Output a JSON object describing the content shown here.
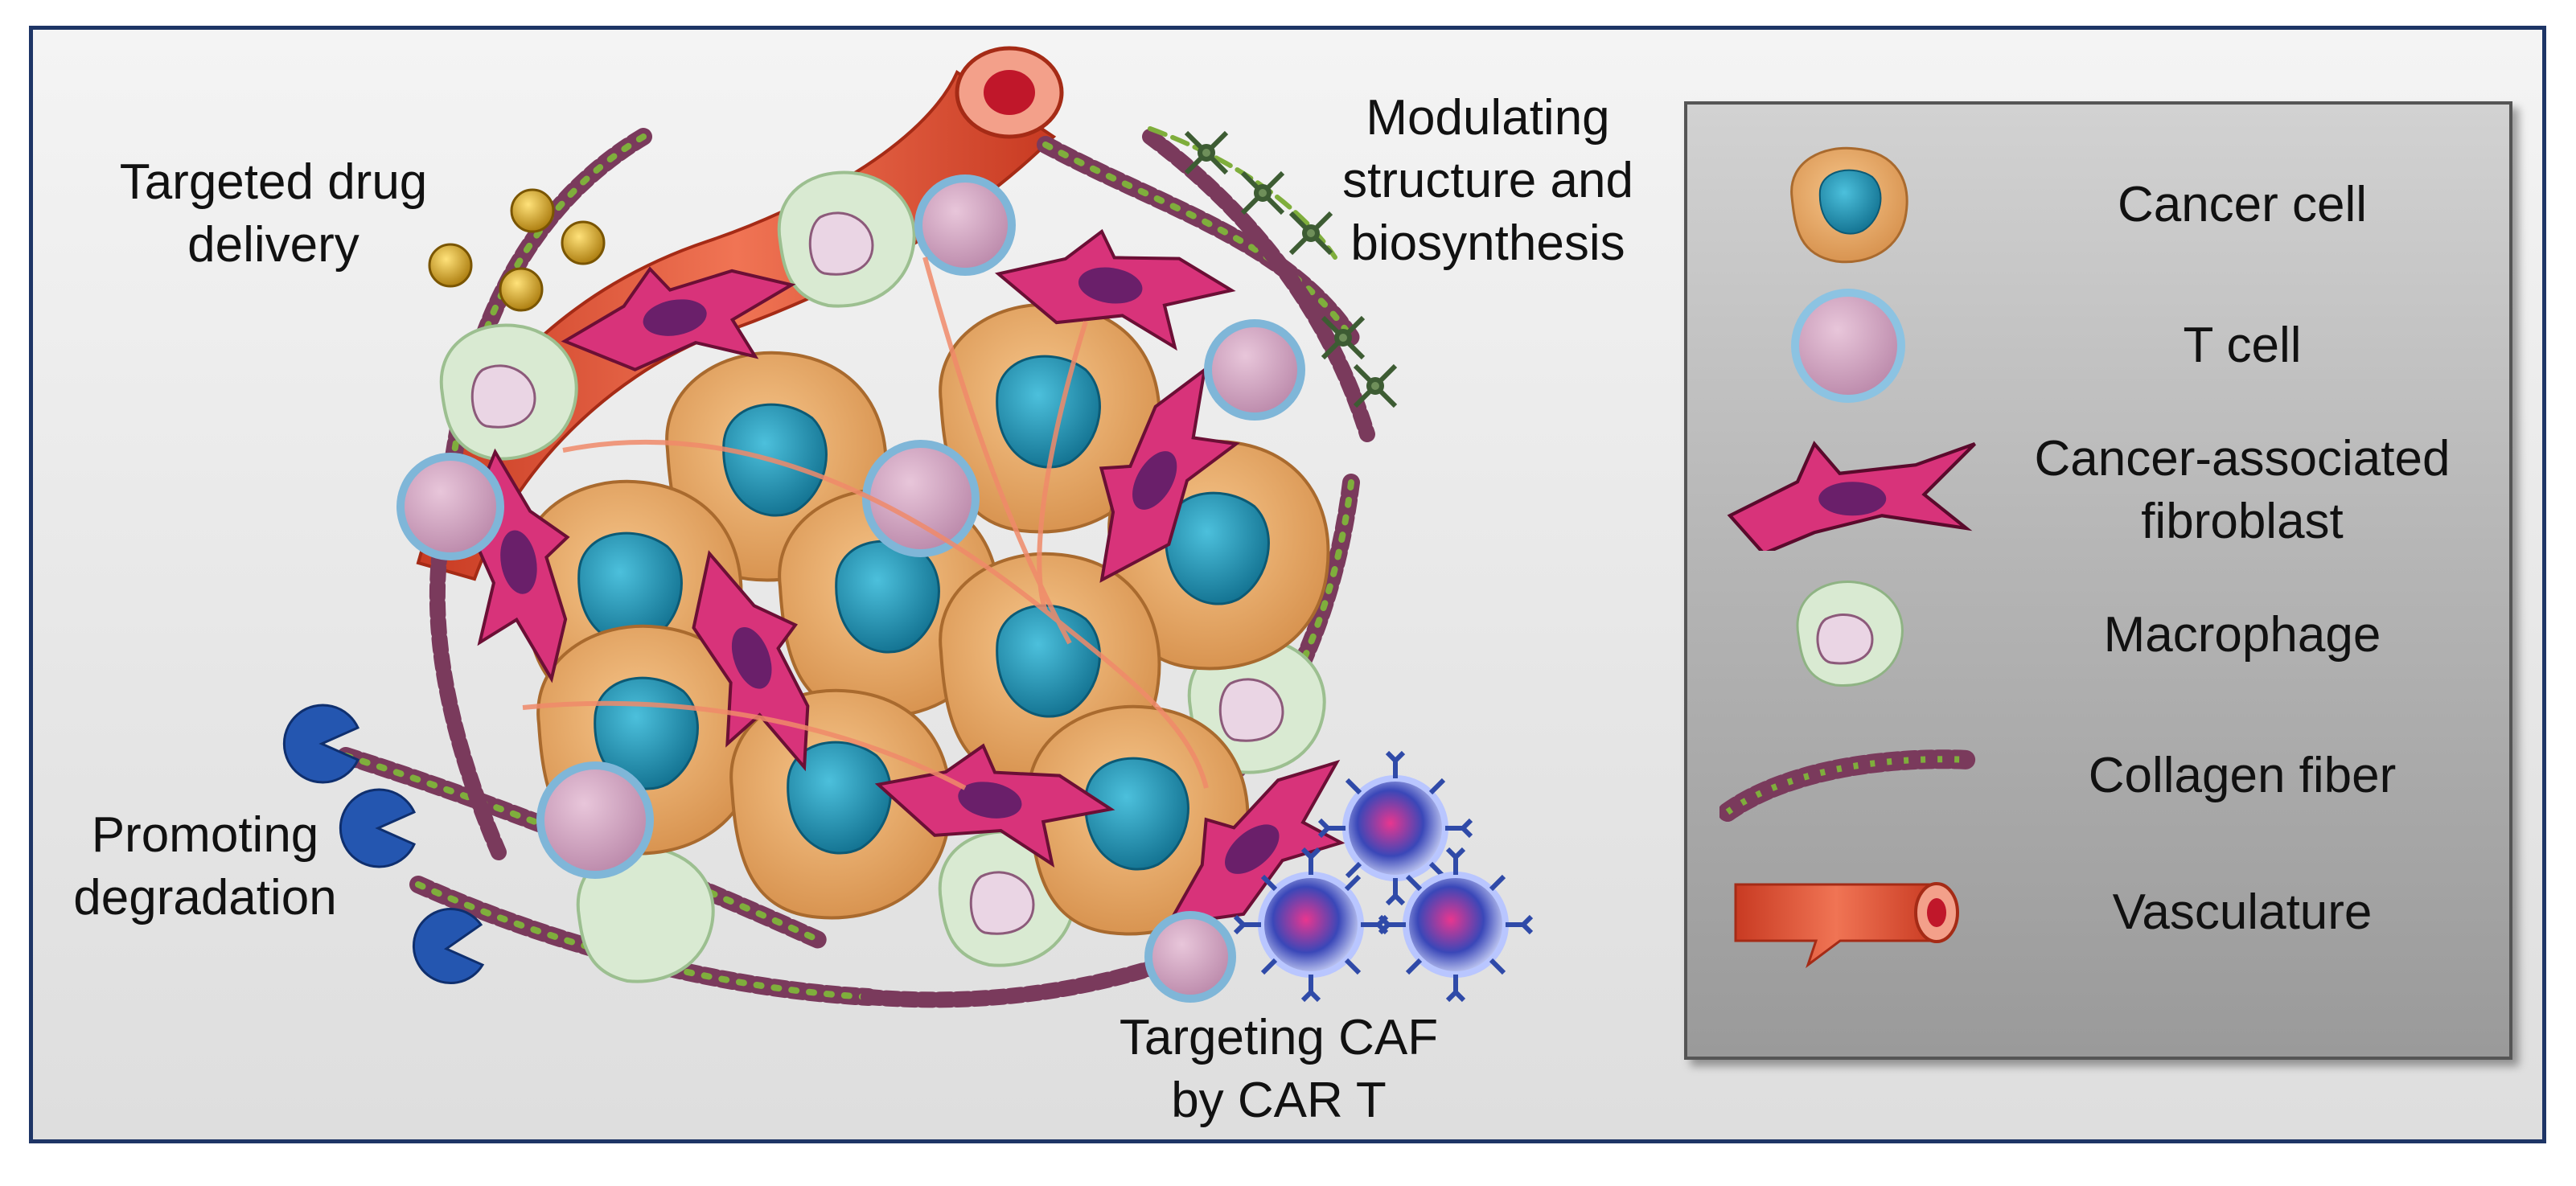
{
  "annotations": {
    "drug_delivery": [
      "Targeted drug",
      "delivery"
    ],
    "modulating": [
      "Modulating",
      "structure and",
      "biosynthesis"
    ],
    "degradation": [
      "Promoting",
      "degradation"
    ],
    "car_t": [
      "Targeting CAF",
      "by CAR T"
    ]
  },
  "legend": {
    "items": [
      {
        "label": "Cancer cell",
        "icon": "cancer-cell-icon"
      },
      {
        "label": "T cell",
        "icon": "t-cell-icon"
      },
      {
        "label": "Cancer-associated fibroblast",
        "lines": [
          "Cancer-associated",
          "fibroblast"
        ],
        "icon": "fibroblast-icon"
      },
      {
        "label": "Macrophage",
        "icon": "macrophage-icon"
      },
      {
        "label": "Collagen fiber",
        "icon": "collagen-fiber-icon"
      },
      {
        "label": "Vasculature",
        "icon": "vasculature-icon"
      }
    ]
  },
  "colors": {
    "frame": "#1e3566",
    "cancer_cell": "#e8a865",
    "nucleus": "#1b8fb0",
    "t_cell": "#d6a8c4",
    "fibroblast": "#d8337a",
    "macrophage": "#d9ead2",
    "collagen_a": "#7a3a5c",
    "collagen_b": "#7fae3c",
    "vessel": "#e3553a",
    "nanoparticle": "#d4a31a",
    "enzyme": "#1f4fa8",
    "car_t": "#3a47b8"
  }
}
